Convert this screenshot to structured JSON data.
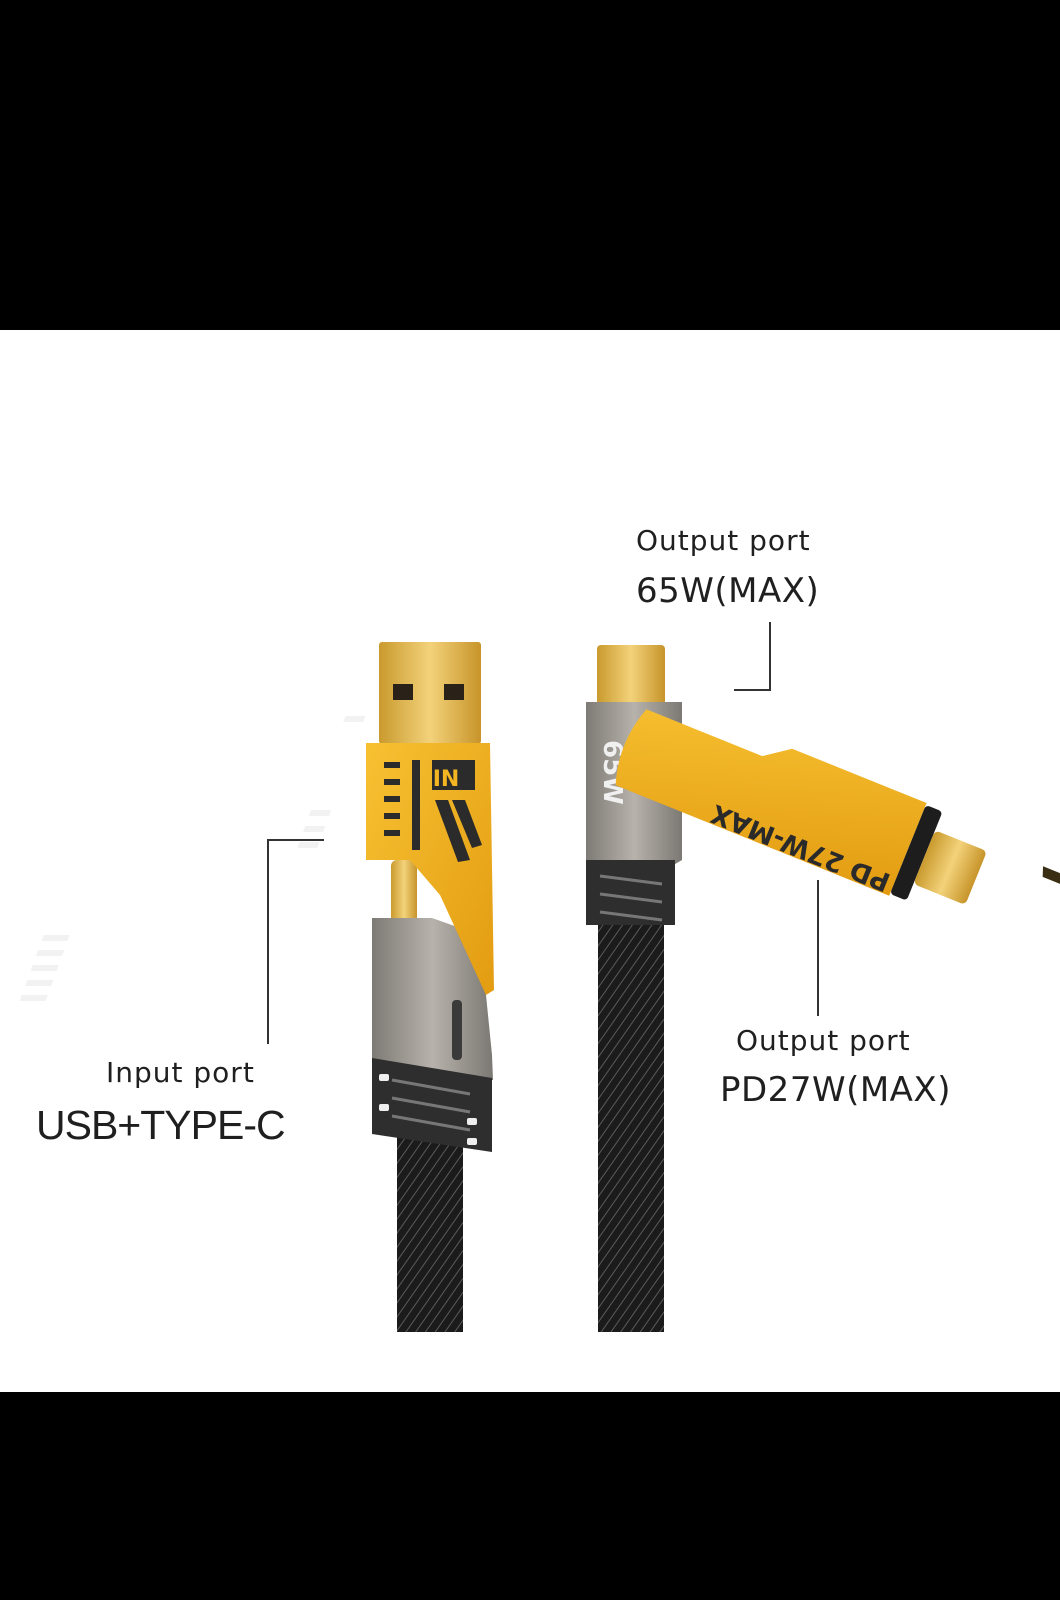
{
  "labels": {
    "output_top_title": "Output port",
    "output_top_value": "65W(MAX)",
    "input_title": "Input port",
    "input_value": "USB+TYPE-C",
    "output_side_title": "Output port",
    "output_side_value": "PD27W(MAX)"
  },
  "connector_marks": {
    "right_grey_head": "65W",
    "yellow_plug": "PD 27W-MAX"
  },
  "colors": {
    "background": "#000000",
    "photo_background": "#ffffff",
    "yellow_accent": "#f2b01e",
    "gold_plug": "#e6b84a",
    "grey_housing": "#9b9690",
    "cable_black": "#1a1a1a",
    "text": "#1f1f1f"
  }
}
